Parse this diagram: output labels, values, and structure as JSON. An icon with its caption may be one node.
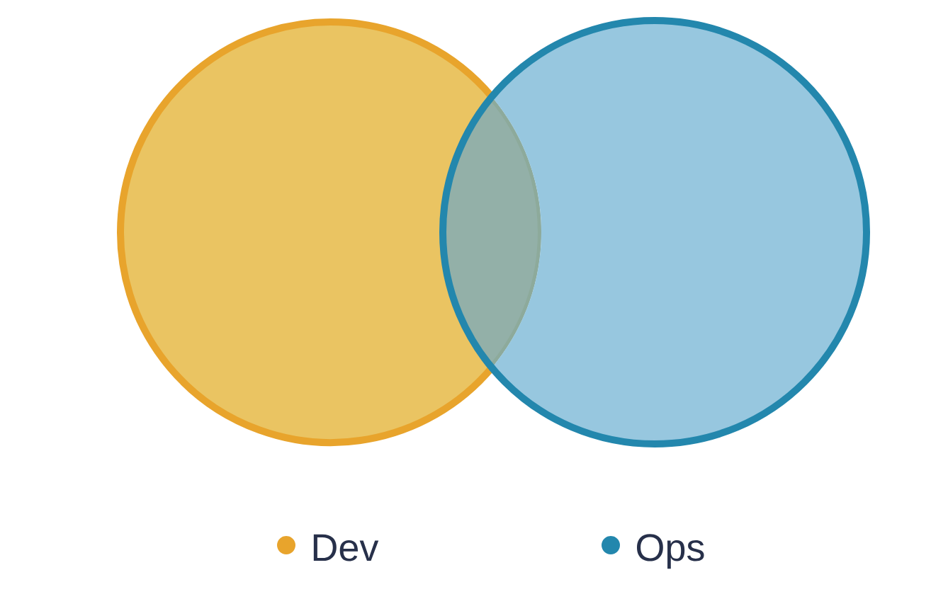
{
  "diagram": {
    "nodes": [
      {
        "text": [],
        "shape": "circle"
      },
      {
        "text": [],
        "shape": "circle"
      }
    ],
    "legend": [
      {
        "text": "Dev",
        "color": "#e8a42c"
      },
      {
        "text": "Ops",
        "color": "#2387ad"
      }
    ]
  }
}
